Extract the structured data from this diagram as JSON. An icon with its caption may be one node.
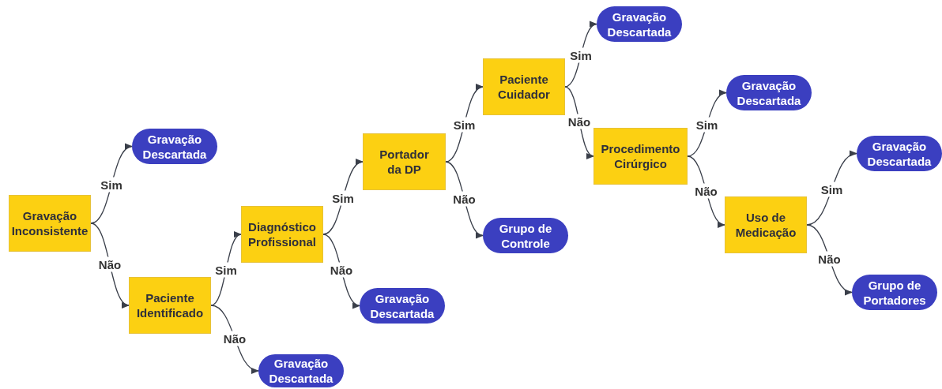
{
  "diagram": {
    "nodes": [
      {
        "text": [
          "Gravação Inconsistente"
        ]
      },
      {
        "text": [
          "Gravação Descartada"
        ]
      },
      {
        "text": [
          "Paciente Identificado"
        ]
      },
      {
        "text": [
          "Diagnóstico Profissional"
        ]
      },
      {
        "text": [
          "Gravação Descartada"
        ]
      },
      {
        "text": [
          "Gravação Descartada"
        ]
      },
      {
        "text": [
          "Portador da DP"
        ]
      },
      {
        "text": [
          "Grupo de Controle"
        ]
      },
      {
        "text": [
          "Paciente Cuidador"
        ]
      },
      {
        "text": [
          "Gravação Descartada"
        ]
      },
      {
        "text": [
          "Procedimento Cirúrgico"
        ]
      },
      {
        "text": [
          "Gravação Descartada"
        ]
      },
      {
        "text": [
          "Uso de Medicação"
        ]
      },
      {
        "text": [
          "Gravação Descartada"
        ]
      },
      {
        "text": [
          "Grupo de Portadores"
        ]
      }
    ],
    "edges": [
      {
        "from": 0,
        "to": 1,
        "arrow": "to",
        "label": "Sim"
      },
      {
        "from": 0,
        "to": 2,
        "arrow": "to",
        "label": "Não"
      },
      {
        "from": 2,
        "to": 3,
        "arrow": "to",
        "label": "Sim"
      },
      {
        "from": 2,
        "to": 5,
        "arrow": "to",
        "label": "Não"
      },
      {
        "from": 3,
        "to": 6,
        "arrow": "to",
        "label": "Sim"
      },
      {
        "from": 3,
        "to": 4,
        "arrow": "to",
        "label": "Não"
      },
      {
        "from": 6,
        "to": 8,
        "arrow": "to",
        "label": "Sim"
      },
      {
        "from": 6,
        "to": 7,
        "arrow": "to",
        "label": "Não"
      },
      {
        "from": 8,
        "to": 9,
        "arrow": "to",
        "label": "Sim"
      },
      {
        "from": 8,
        "to": 10,
        "arrow": "to",
        "label": "Não"
      },
      {
        "from": 10,
        "to": 11,
        "arrow": "to",
        "label": "Sim"
      },
      {
        "from": 10,
        "to": 12,
        "arrow": "to",
        "label": "Não"
      },
      {
        "from": 12,
        "to": 13,
        "arrow": "to",
        "label": "Sim"
      },
      {
        "from": 12,
        "to": 14,
        "arrow": "to",
        "label": "Não"
      }
    ]
  }
}
